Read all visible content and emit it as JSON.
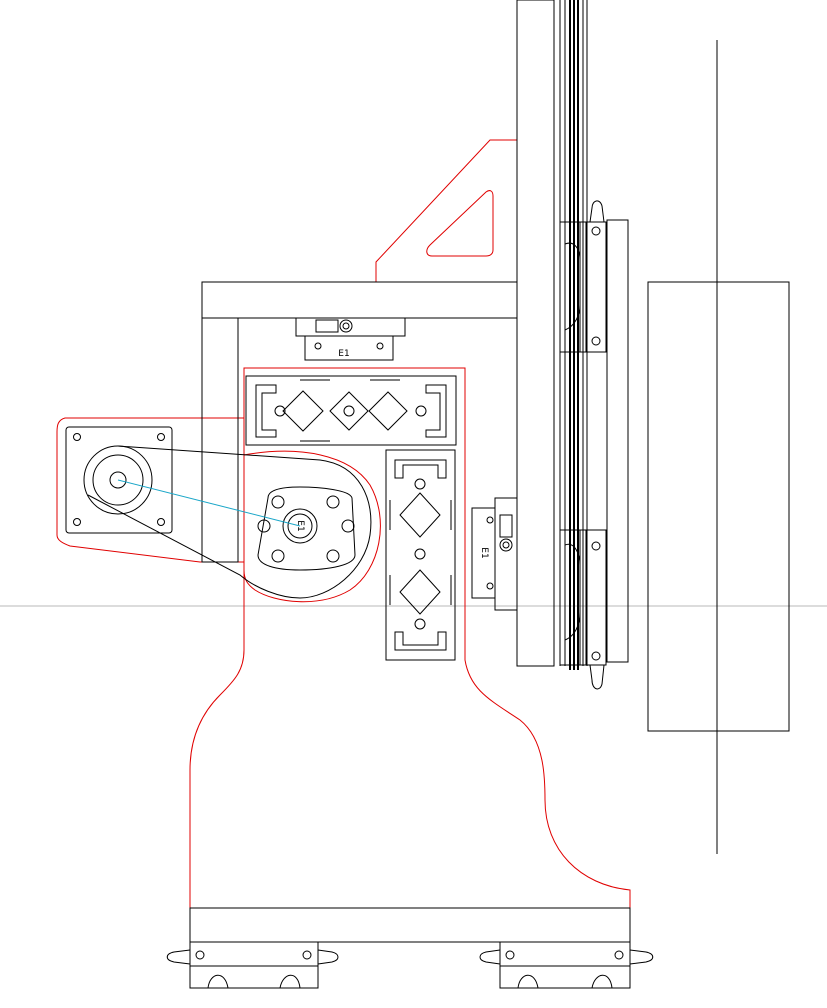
{
  "drawing": {
    "colors": {
      "line": "#000000",
      "outline": "#e00000",
      "link": "#1aa6c8",
      "axis": "#b8b8b8"
    },
    "labels": {
      "carriage_top": "E1",
      "carriage_side": "E1",
      "pulley_center": "E1"
    }
  }
}
